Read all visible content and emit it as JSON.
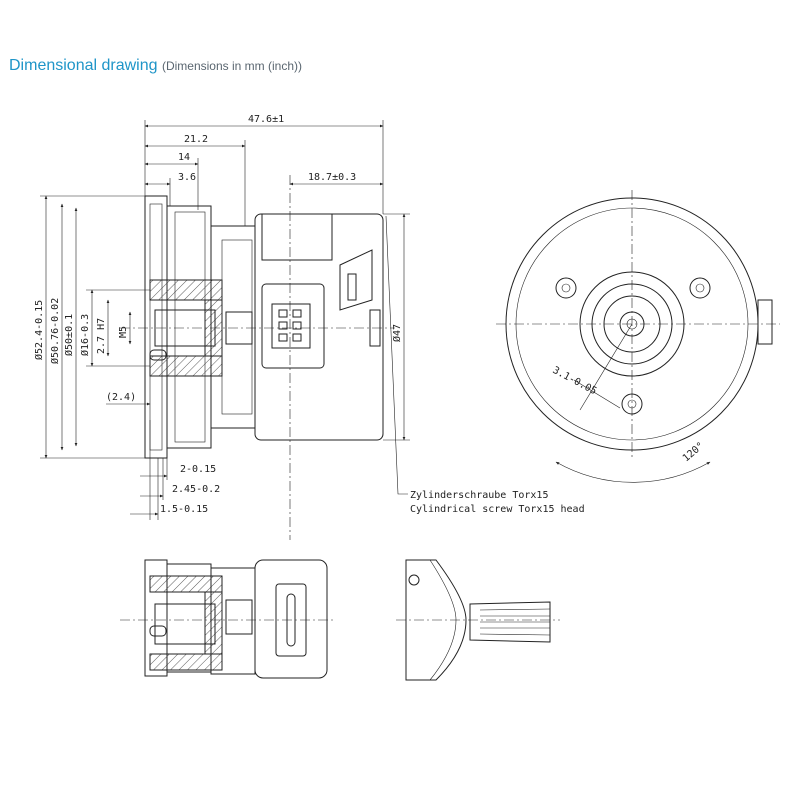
{
  "title": {
    "main": "Dimensional drawing",
    "sub": "(Dimensions in mm (inch))"
  },
  "dimensions": {
    "overall_length": "47.6±1",
    "len_21_2": "21.2",
    "len_14": "14",
    "len_3_6": "3.6",
    "len_18_7": "18.7±0.3",
    "dia_52_4": "Ø52.4-0.15",
    "dia_50_76": "Ø50.76-0.02",
    "dia_50": "Ø50±0.1",
    "dia_16": "Ø16-0.3",
    "h7": "2.7 H7",
    "thread": "M5",
    "dia_47": "Ø47",
    "offset_2_4": "(2.4)",
    "len_2": "2-0.15",
    "len_2_45": "2.45-0.2",
    "len_1_5": "1.5-0.15",
    "radius_3_1": "3.1-0.05",
    "angle_120": "120°"
  },
  "note": {
    "line1": "Zylinderschraube Torx15",
    "line2": "Cylindrical screw Torx15 head"
  }
}
